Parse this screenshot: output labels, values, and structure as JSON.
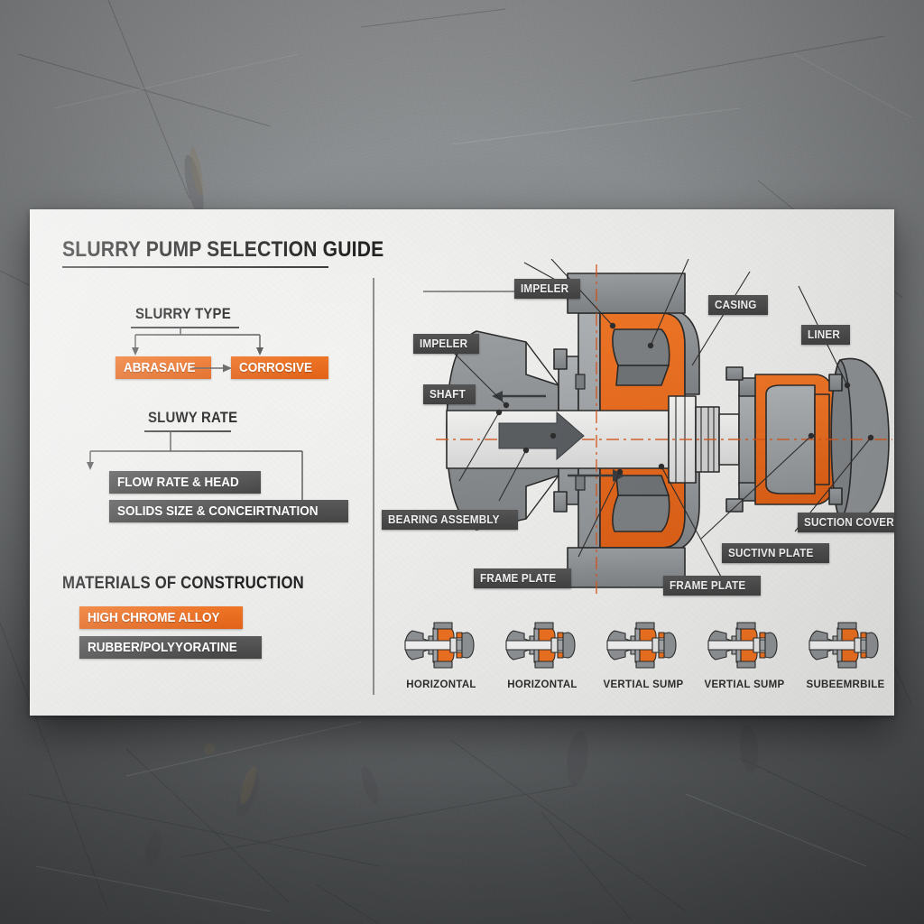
{
  "poster": {
    "title": "SLURRY PUMP SELECTION GUIDE"
  },
  "left_panel": {
    "sections": [
      {
        "heading": "SLURRY TYPE",
        "chips": [
          {
            "label": "ABRASAIVE",
            "color": "#e96a22",
            "style": "orange"
          },
          {
            "label": "CORROSIVE",
            "color": "#e96a22",
            "style": "orange"
          }
        ]
      },
      {
        "heading": "SLUWY RATE",
        "chips": [
          {
            "label": "FLOW RATE & HEAD",
            "color": "#4d4d4d",
            "style": "grey"
          },
          {
            "label": "SOLIDS SIZE & CONCEIRTNATION",
            "color": "#4d4d4d",
            "style": "grey"
          }
        ]
      },
      {
        "heading": "MATERIALS OF CONSTRUCTION",
        "chips": [
          {
            "label": "HIGH CHROME ALLOY",
            "color": "#e96a22",
            "style": "orange"
          },
          {
            "label": "RUBBER/POLYYORATINE",
            "color": "#4d4d4d",
            "style": "grey"
          }
        ]
      }
    ]
  },
  "diagram": {
    "callouts": [
      {
        "id": "impeler-top",
        "text": "IMPELER"
      },
      {
        "id": "impeler-left",
        "text": "IMPELER"
      },
      {
        "id": "casing",
        "text": "CASING"
      },
      {
        "id": "liner",
        "text": "LINER"
      },
      {
        "id": "shaft",
        "text": "SHAFT"
      },
      {
        "id": "bearing-assembly",
        "text": "BEARING ASSEMBLY"
      },
      {
        "id": "frame-plate-left",
        "text": "FRAME PLATE"
      },
      {
        "id": "frame-plate-mid",
        "text": "FRAME PLATE"
      },
      {
        "id": "suction-plate",
        "text": "SUCTIVN PLATE"
      },
      {
        "id": "suction-cover",
        "text": "SUCTION COVER"
      }
    ]
  },
  "thumbnails": [
    {
      "caption": "HORIZONTAL"
    },
    {
      "caption": "HORIZONTAL"
    },
    {
      "caption": "VERTIAL SUMP"
    },
    {
      "caption": "VERTIAL SUMP"
    },
    {
      "caption": "SUBEEMRBILE"
    }
  ],
  "colors": {
    "accent_orange": "#e96a22",
    "dark_grey": "#4d4d4d",
    "metal_grey": "#8a8d90",
    "paper": "#ececeb",
    "ink": "#232323"
  }
}
